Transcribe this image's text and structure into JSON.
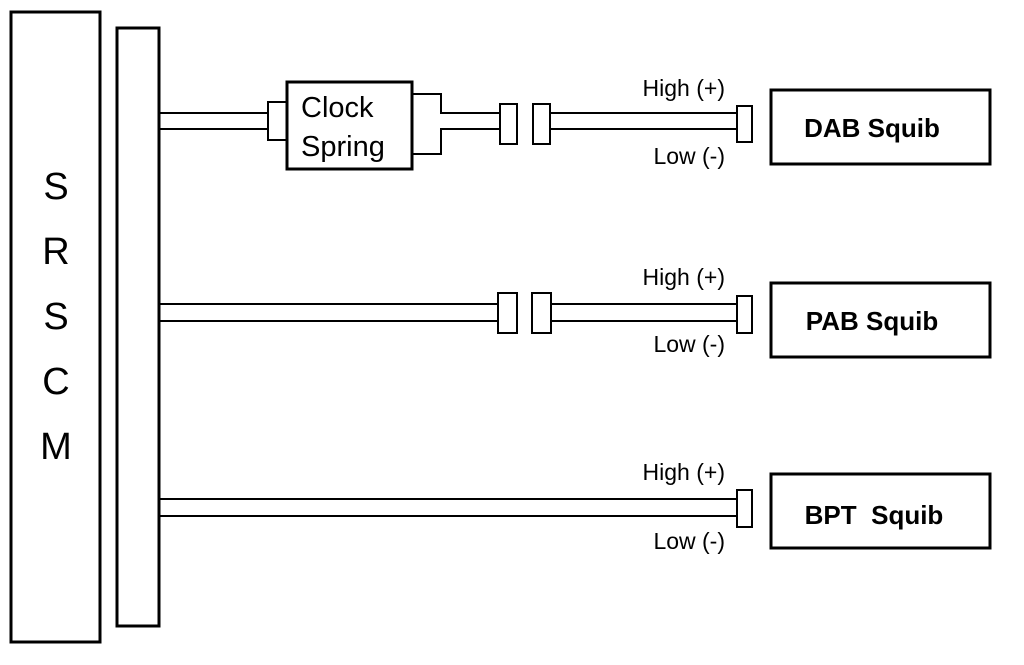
{
  "controller": {
    "letters": [
      "S",
      "R",
      "S",
      "C",
      "M"
    ]
  },
  "clock_spring": {
    "line1": "Clock",
    "line2": "Spring"
  },
  "circuits": [
    {
      "squib": "DAB Squib",
      "high_label": "High (+)",
      "low_label": "Low (-)"
    },
    {
      "squib": "PAB Squib",
      "high_label": "High (+)",
      "low_label": "Low (-)"
    },
    {
      "squib": "BPT  Squib",
      "high_label": "High (+)",
      "low_label": "Low (-)"
    }
  ]
}
